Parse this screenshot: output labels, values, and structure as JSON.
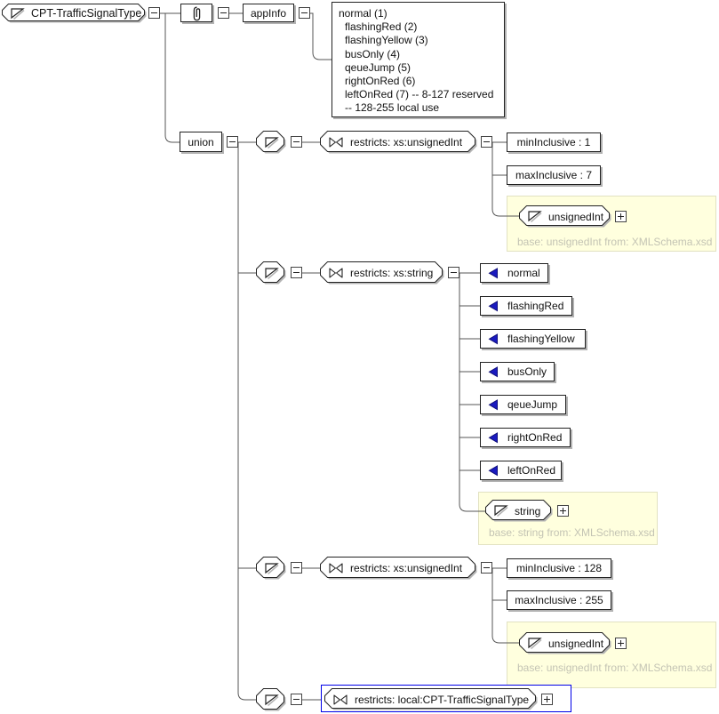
{
  "root": {
    "label": "CPT-TrafficSignalType"
  },
  "annotation": {
    "appinfo_label": "appInfo",
    "lines": [
      "normal (1)",
      "flashingRed (2)",
      "flashingYellow (3)",
      "busOnly (4)",
      "qeueJump (5)",
      "rightOnRed (6)",
      "leftOnRed (7) -- 8-127 reserved",
      "-- 128-255 local use"
    ]
  },
  "union": {
    "label": "union"
  },
  "branches": {
    "b1": {
      "label": "restricts: xs:unsignedInt",
      "facets": {
        "min": "minInclusive : 1",
        "max": "maxInclusive : 7"
      },
      "base": {
        "type": "unsignedInt",
        "note": "base: unsignedInt from: XMLSchema.xsd"
      }
    },
    "b2": {
      "label": "restricts: xs:string",
      "enums": [
        "normal",
        "flashingRed",
        "flashingYellow",
        "busOnly",
        "qeueJump",
        "rightOnRed",
        "leftOnRed"
      ],
      "base": {
        "type": "string",
        "note": "base: string from: XMLSchema.xsd"
      }
    },
    "b3": {
      "label": "restricts: xs:unsignedInt",
      "facets": {
        "min": "minInclusive : 128",
        "max": "maxInclusive : 255"
      },
      "base": {
        "type": "unsignedInt",
        "note": "base: unsignedInt from: XMLSchema.xsd"
      }
    },
    "b4": {
      "label": "restricts: local:CPT-TrafficSignalType"
    }
  },
  "colors": {
    "base_panel_bg": "#ffffde",
    "base_panel_text": "#c4c4b4",
    "selection_outline": "#0000e8",
    "enum_icon": "#1a1ac0"
  }
}
